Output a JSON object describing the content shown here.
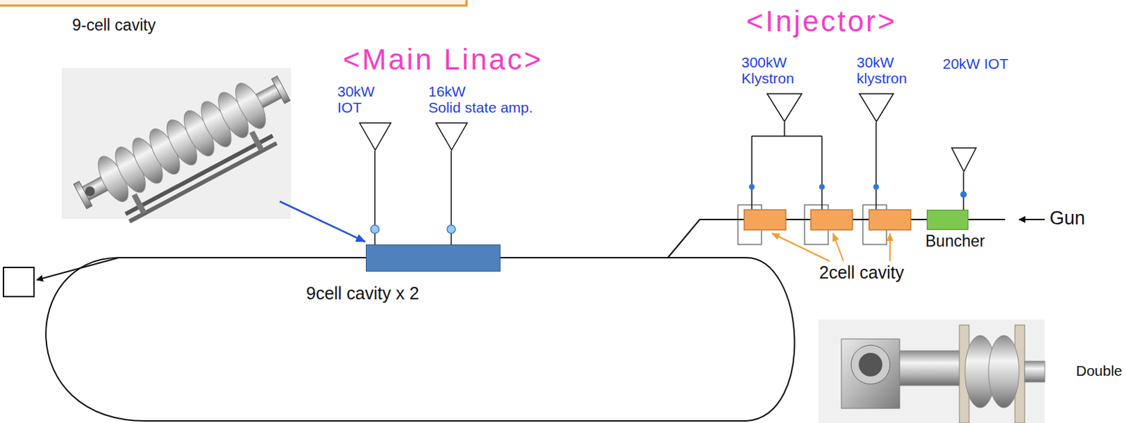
{
  "diagram": {
    "nodes": [
      {
        "text": [
          "30kW",
          "IOT"
        ]
      },
      {
        "text": [
          "16kW",
          "Solid state amp."
        ]
      },
      {
        "text": [
          "9cell cavity x 2"
        ]
      },
      {
        "text": [
          "300kW",
          "Klystron"
        ]
      },
      {
        "text": [
          "30kW",
          "klystron"
        ]
      },
      {
        "text": [
          "20kW IOT"
        ]
      },
      {
        "text": [
          "Buncher"
        ]
      }
    ],
    "edges": [
      {
        "from": 0,
        "to": 2,
        "arrow": "none"
      },
      {
        "from": 1,
        "to": 2,
        "arrow": "none"
      },
      {
        "from": 5,
        "to": 6,
        "arrow": "none"
      }
    ],
    "labels": [
      "9-cell cavity",
      "<Main Linac>",
      "<Injector>",
      "Gun",
      "2cell cavity",
      "Double"
    ]
  }
}
